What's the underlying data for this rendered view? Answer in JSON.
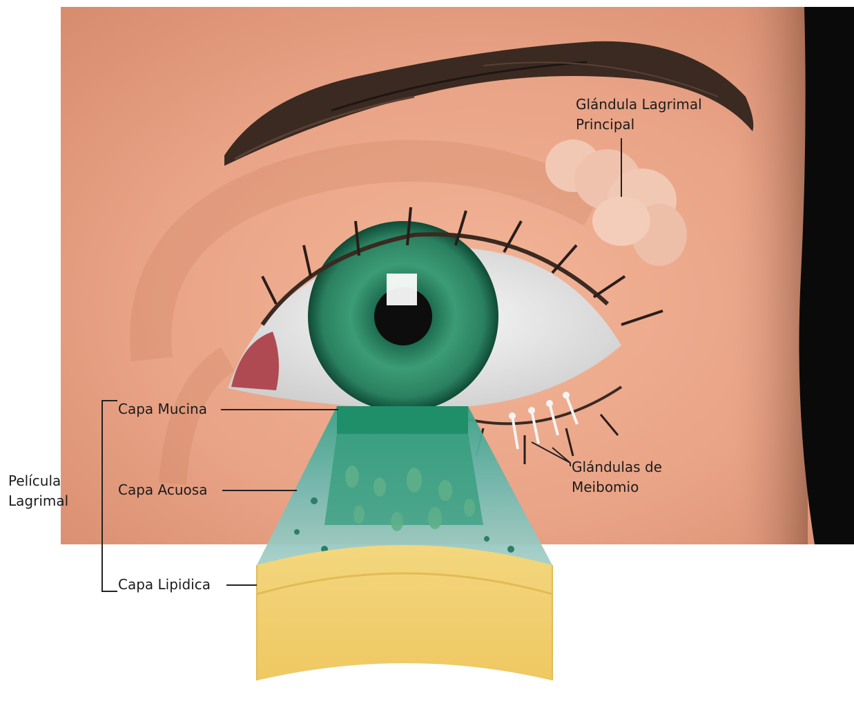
{
  "labels": {
    "lacrimal_gland": [
      "Glándula Lagrimal",
      "Principal"
    ],
    "meibomian_glands": [
      "Glándulas de",
      "Meibomio"
    ],
    "tear_film": [
      "Película",
      "Lagrimal"
    ],
    "mucin_layer": "Capa Mucina",
    "aqueous_layer": "Capa Acuosa",
    "lipid_layer": "Capa Lipidica"
  },
  "colors": {
    "skin": "#e9a386",
    "skin_shadow": "#c97a5d",
    "brow": "#3a2a22",
    "iris": "#2f8f6a",
    "pupil": "#0d0d0d",
    "sclera": "#f1f1f1",
    "caruncle": "#b04a52",
    "mucin": "#1f8f6a",
    "aqueous": "#6fb4ae",
    "lipid": "#f2d47e",
    "gland": "#f1c8b3"
  }
}
